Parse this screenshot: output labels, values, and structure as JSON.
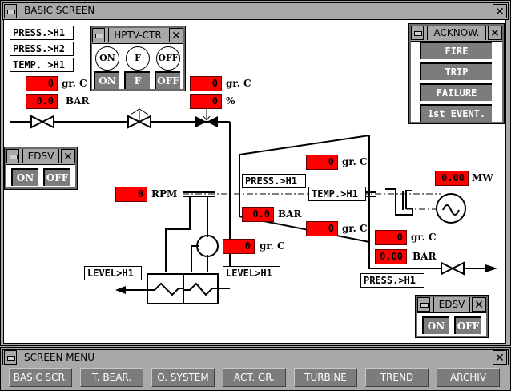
{
  "main_window": {
    "title": "BASIC SCREEN",
    "close_glyph": "✕"
  },
  "alarm_labels": {
    "press_h1": "PRESS.>H1",
    "press_h2": "PRESS.>H2",
    "temp_h1": "TEMP. >H1"
  },
  "hptv_ctr": {
    "title": "HPTV-CTR",
    "indicators": [
      "ON",
      "F",
      "OFF"
    ],
    "buttons": [
      "ON",
      "F",
      "OFF"
    ]
  },
  "acknow": {
    "title": "ACKNOW.",
    "buttons": [
      "FIRE",
      "TRIP",
      "FAILURE",
      "1st EVENT."
    ]
  },
  "edsv_left": {
    "title": "EDSV",
    "buttons": [
      "ON",
      "OFF"
    ]
  },
  "edsv_right": {
    "title": "EDSV",
    "buttons": [
      "ON",
      "OFF"
    ]
  },
  "readouts": {
    "inlet_temp": {
      "value": "0",
      "unit": "gr. C"
    },
    "inlet_press": {
      "value": "0.0",
      "unit": "BAR"
    },
    "valve_temp": {
      "value": "0",
      "unit": "gr. C"
    },
    "valve_pos": {
      "value": "0",
      "unit": "%"
    },
    "turbine_temp_top": {
      "value": "0",
      "unit": "gr. C"
    },
    "turbine_press": {
      "value": "0.0",
      "unit": "BAR"
    },
    "turbine_temp_bottom": {
      "value": "0",
      "unit": "gr. C"
    },
    "rpm": {
      "value": "0",
      "unit": "RPM"
    },
    "oil_temp": {
      "value": "0",
      "unit": "gr. C"
    },
    "power": {
      "value": "0.00",
      "unit": "MW"
    },
    "exhaust_temp": {
      "value": "0",
      "unit": "gr. C"
    },
    "exhaust_press": {
      "value": "0.00",
      "unit": "BAR"
    }
  },
  "diagram_labels": {
    "turbine_press": "PRESS.>H1",
    "turbine_temp": "TEMP.>H1",
    "exhaust_press": "PRESS.>H1",
    "level_left": "LEVEL>H1",
    "level_right": "LEVEL>H1"
  },
  "screen_menu": {
    "title": "SCREEN MENU",
    "close_glyph": "✕",
    "buttons": [
      "BASIC SCR.",
      "T. BEAR.",
      "O. SYSTEM",
      "ACT. GR.",
      "TURBINE",
      "TREND",
      "ARCHIV"
    ]
  },
  "colors": {
    "alarm_red": "#ff0000",
    "window_gray": "#a8a8a8",
    "button_gray": "#7c7c7c"
  }
}
